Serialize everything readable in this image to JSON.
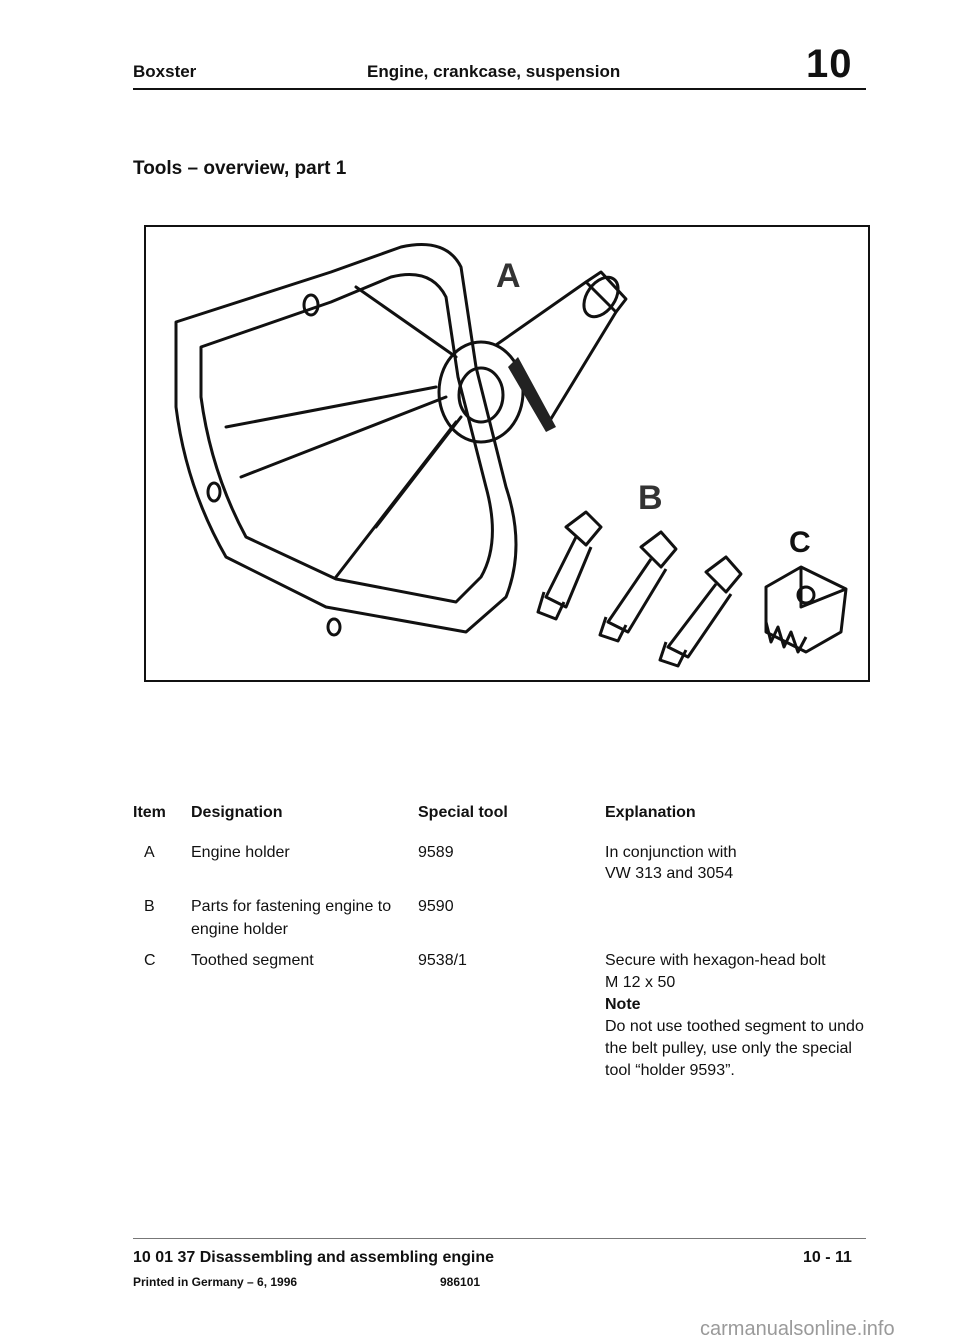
{
  "header": {
    "left": "Boxster",
    "center": "Engine, crankcase, suspension",
    "group_number": "10"
  },
  "page_title": "Tools – overview, part 1",
  "figure": {
    "labels": {
      "a": "A",
      "b": "B",
      "c": "C"
    }
  },
  "table": {
    "headers": {
      "item": "Item",
      "designation": "Designation",
      "special_tool": "Special tool",
      "explanation": "Explanation"
    },
    "rows": [
      {
        "item": "A",
        "designation": [
          "Engine holder"
        ],
        "special_tool": "9589",
        "explanation": [
          "In conjunction with",
          "VW 313 and 3054"
        ]
      },
      {
        "item": "B",
        "designation": [
          "Parts for fastening engine to",
          "engine holder"
        ],
        "special_tool": "9590",
        "explanation": []
      },
      {
        "item": "C",
        "designation": [
          "Toothed segment"
        ],
        "special_tool": "9538/1",
        "explanation": [
          "Secure with hexagon-head bolt",
          "M 12 x 50"
        ],
        "note_heading": "Note",
        "note_text": [
          "Do not use toothed segment to undo",
          "the belt pulley, use only the special",
          "tool “holder 9593”."
        ]
      }
    ]
  },
  "footer": {
    "section_title": "10 01 37 Disassembling and assembling engine",
    "page_number": "10 - 11",
    "printed": "Printed in Germany – 6, 1996",
    "code": "986101"
  },
  "watermark": "carmanualsonline.info"
}
